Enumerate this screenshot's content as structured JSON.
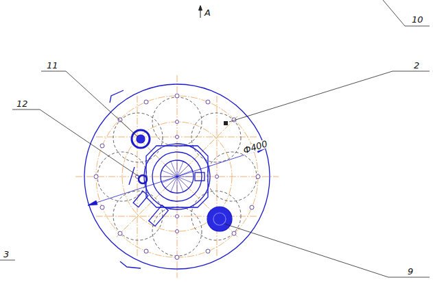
{
  "diagram": {
    "labels": [
      "A",
      "10",
      "11",
      "2",
      "12",
      "Ф400",
      "9",
      "3"
    ]
  }
}
